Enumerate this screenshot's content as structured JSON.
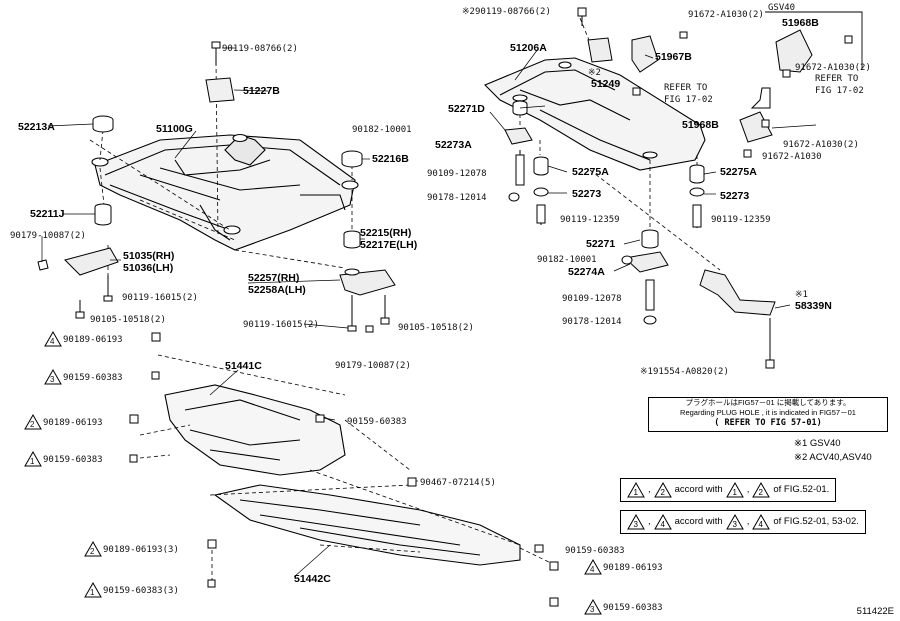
{
  "labels": {
    "p51227B": "51227B",
    "p90119_08766_2": "90119-08766(2)",
    "p52213A": "52213A",
    "p51100G": "51100G",
    "p52216B": "52216B",
    "p52211J": "52211J",
    "p90179_10087_2": "90179-10087(2)",
    "p51035": "51035(RH)",
    "p51036": "51036(LH)",
    "p90119_16015_2a": "90119-16015(2)",
    "p90105_10518_2a": "90105-10518(2)",
    "p52215": "52215(RH)",
    "p52217E": "52217E(LH)",
    "p52257": "52257(RH)",
    "p52258A": "52258A(LH)",
    "p90119_16015_2b": "90119-16015(2)",
    "p90105_10518_2b": "90105-10518(2)",
    "p90179_10087_2b": "90179-10087(2)",
    "p90189_06193_a": "90189-06193",
    "p90159_60383_a": "90159-60383",
    "p51441C": "51441C",
    "p90159_60383_b": "90159-60383",
    "p90189_06193_b": "90189-06193",
    "p90159_60383_c": "90159-60383",
    "p90467_07214_5": "90467-07214(5)",
    "p90189_06193_3": "90189-06193(3)",
    "p51442C": "51442C",
    "p90159_60383_3": "90159-60383(3)",
    "p90159_60383_d": "90159-60383",
    "p90189_06193_c": "90189-06193",
    "p90159_60383_e": "90159-60383",
    "p90119_08766_top": "90119-08766(2)",
    "p91672_A1030_2a": "91672-A1030(2)",
    "p51206A": "51206A",
    "p51967B": "51967B",
    "p51249": "51249",
    "refer1702a": "REFER TO",
    "refer1702a2": "FIG 17-02",
    "gsv40": "GSV40",
    "p51968B": "51968B",
    "p91672_A1030_2b": "91672-A1030(2)",
    "refer1702b": "REFER TO",
    "refer1702b2": "FIG 17-02",
    "p52271D": "52271D",
    "p90182_10001a": "90182-10001",
    "p52273A": "52273A",
    "p51968B2": "51968B",
    "p91672_A1030_2c": "91672-A1030(2)",
    "p91672_A1030": "91672-A1030",
    "p90109_12078a": "90109-12078",
    "p52275A_a": "52275A",
    "p52275A_b": "52275A",
    "p90178_12014a": "90178-12014",
    "p52273_a": "52273",
    "p52273_b": "52273",
    "p90119_12359a": "90119-12359",
    "p90119_12359b": "90119-12359",
    "p52271": "52271",
    "p90182_10001b": "90182-10001",
    "p52274A": "52274A",
    "p90109_12078b": "90109-12078",
    "p58339N": "58339N",
    "p90178_12014b": "90178-12014",
    "p91554_A0820_2": "91554-A0820(2)",
    "mark1": "※1",
    "mark2": "※2"
  },
  "note": {
    "jp": "プラグホールはFIG57－01 に掲載してあります。",
    "en": "Regarding PLUG HOLE , it is indicated in FIG57－01",
    "ref": "( REFER TO FIG 57-01)"
  },
  "legend": {
    "l1": "※1 GSV40",
    "l2": "※2 ACV40,ASV40"
  },
  "accord1": {
    "comma": ",",
    "text1": "accord with",
    "comma2": ",",
    "text2": "of FIG.52-01."
  },
  "accord2": {
    "comma": ",",
    "text1": "accord with",
    "comma2": ",",
    "text2": "of FIG.52-01, 53-02."
  },
  "triangles": {
    "t1": "1",
    "t2": "2",
    "t3": "3",
    "t4": "4"
  },
  "figure_id": "511422E"
}
